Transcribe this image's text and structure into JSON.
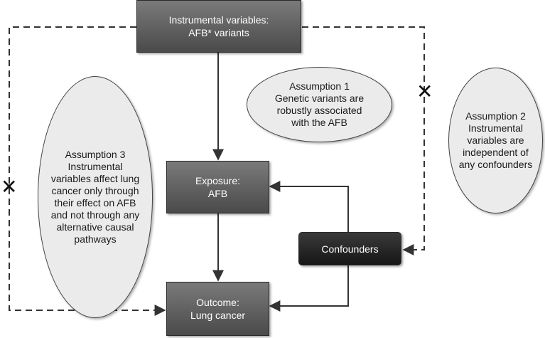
{
  "nodes": {
    "instrumental": {
      "line1": "Instrumental variables:",
      "line2": "AFB* variants"
    },
    "exposure": {
      "line1": "Exposure:",
      "line2": "AFB"
    },
    "outcome": {
      "line1": "Outcome:",
      "line2": "Lung cancer"
    },
    "confounders": {
      "label": "Confounders"
    }
  },
  "assumptions": {
    "a1": {
      "lines": [
        "Assumption 1",
        "Genetic variants are",
        "robustly associated",
        "with the AFB"
      ]
    },
    "a2": {
      "lines": [
        "Assumption 2",
        "Instrumental",
        "variables are",
        "independent of",
        "any confounders"
      ]
    },
    "a3": {
      "lines": [
        "Assumption 3",
        "Instrumental",
        "variables affect lung",
        "cancer only through",
        "their effect on AFB",
        "and not through any",
        "alternative causal",
        "pathways"
      ]
    }
  },
  "marks": {
    "violation_symbol": "✕"
  },
  "colors": {
    "box_gray": "#5a5a5a",
    "box_dark": "#1e1e1e",
    "ellipse_fill": "#ebebeb",
    "line": "#333333"
  }
}
